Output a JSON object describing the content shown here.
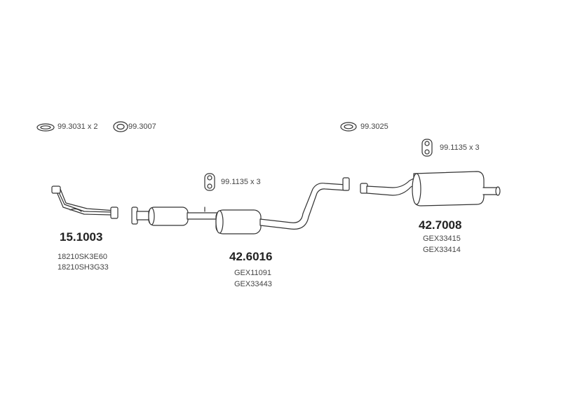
{
  "hardware": [
    {
      "id": "ring-99-3031",
      "label": "99.3031 x 2"
    },
    {
      "id": "gasket-99-3007",
      "label": "99.3007"
    },
    {
      "id": "ring-99-3025",
      "label": "99.3025"
    },
    {
      "id": "hanger-99-1135-mid",
      "label": "99.1135 x 3"
    },
    {
      "id": "hanger-99-1135-right",
      "label": "99.1135 x 3"
    }
  ],
  "parts": [
    {
      "id": "front-pipe",
      "number": "15.1003",
      "codes": [
        "18210SK3E60",
        "18210SH3G33"
      ]
    },
    {
      "id": "middle-section",
      "number": "42.6016",
      "codes": [
        "GEX11091",
        "GEX33443"
      ]
    },
    {
      "id": "rear-muffler",
      "number": "42.7008",
      "codes": [
        "GEX33415",
        "GEX33414"
      ]
    }
  ],
  "colors": {
    "line": "#333333",
    "fill": "#ffffff",
    "text": "#333333"
  }
}
